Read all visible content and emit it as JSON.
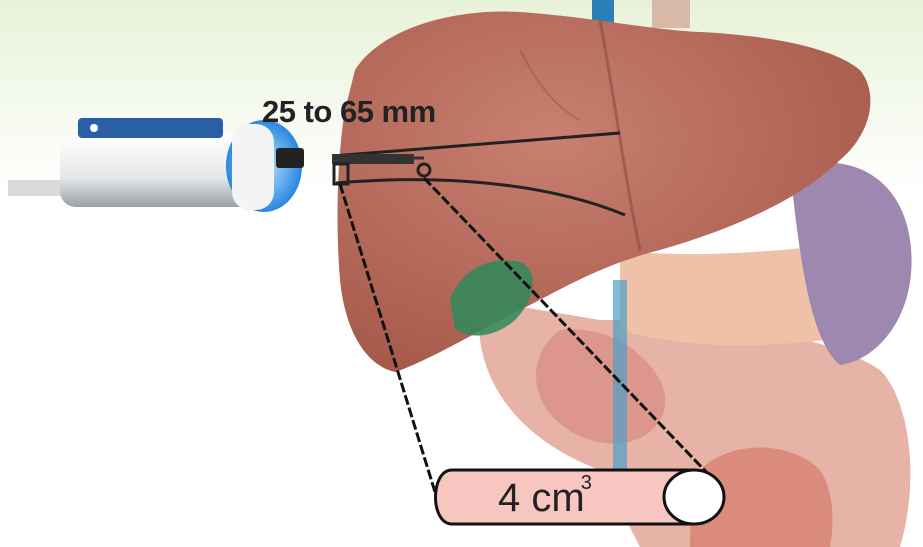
{
  "diagram": {
    "measurement_depth_label": "25 to 65 mm",
    "volume_value": "4 cm",
    "volume_exponent": "3"
  },
  "colors": {
    "liver": "#b86a5a",
    "volume_cylinder": "#f8c6c0",
    "probe_glow": "#4ab0ff",
    "frame": "#1e5db0"
  }
}
